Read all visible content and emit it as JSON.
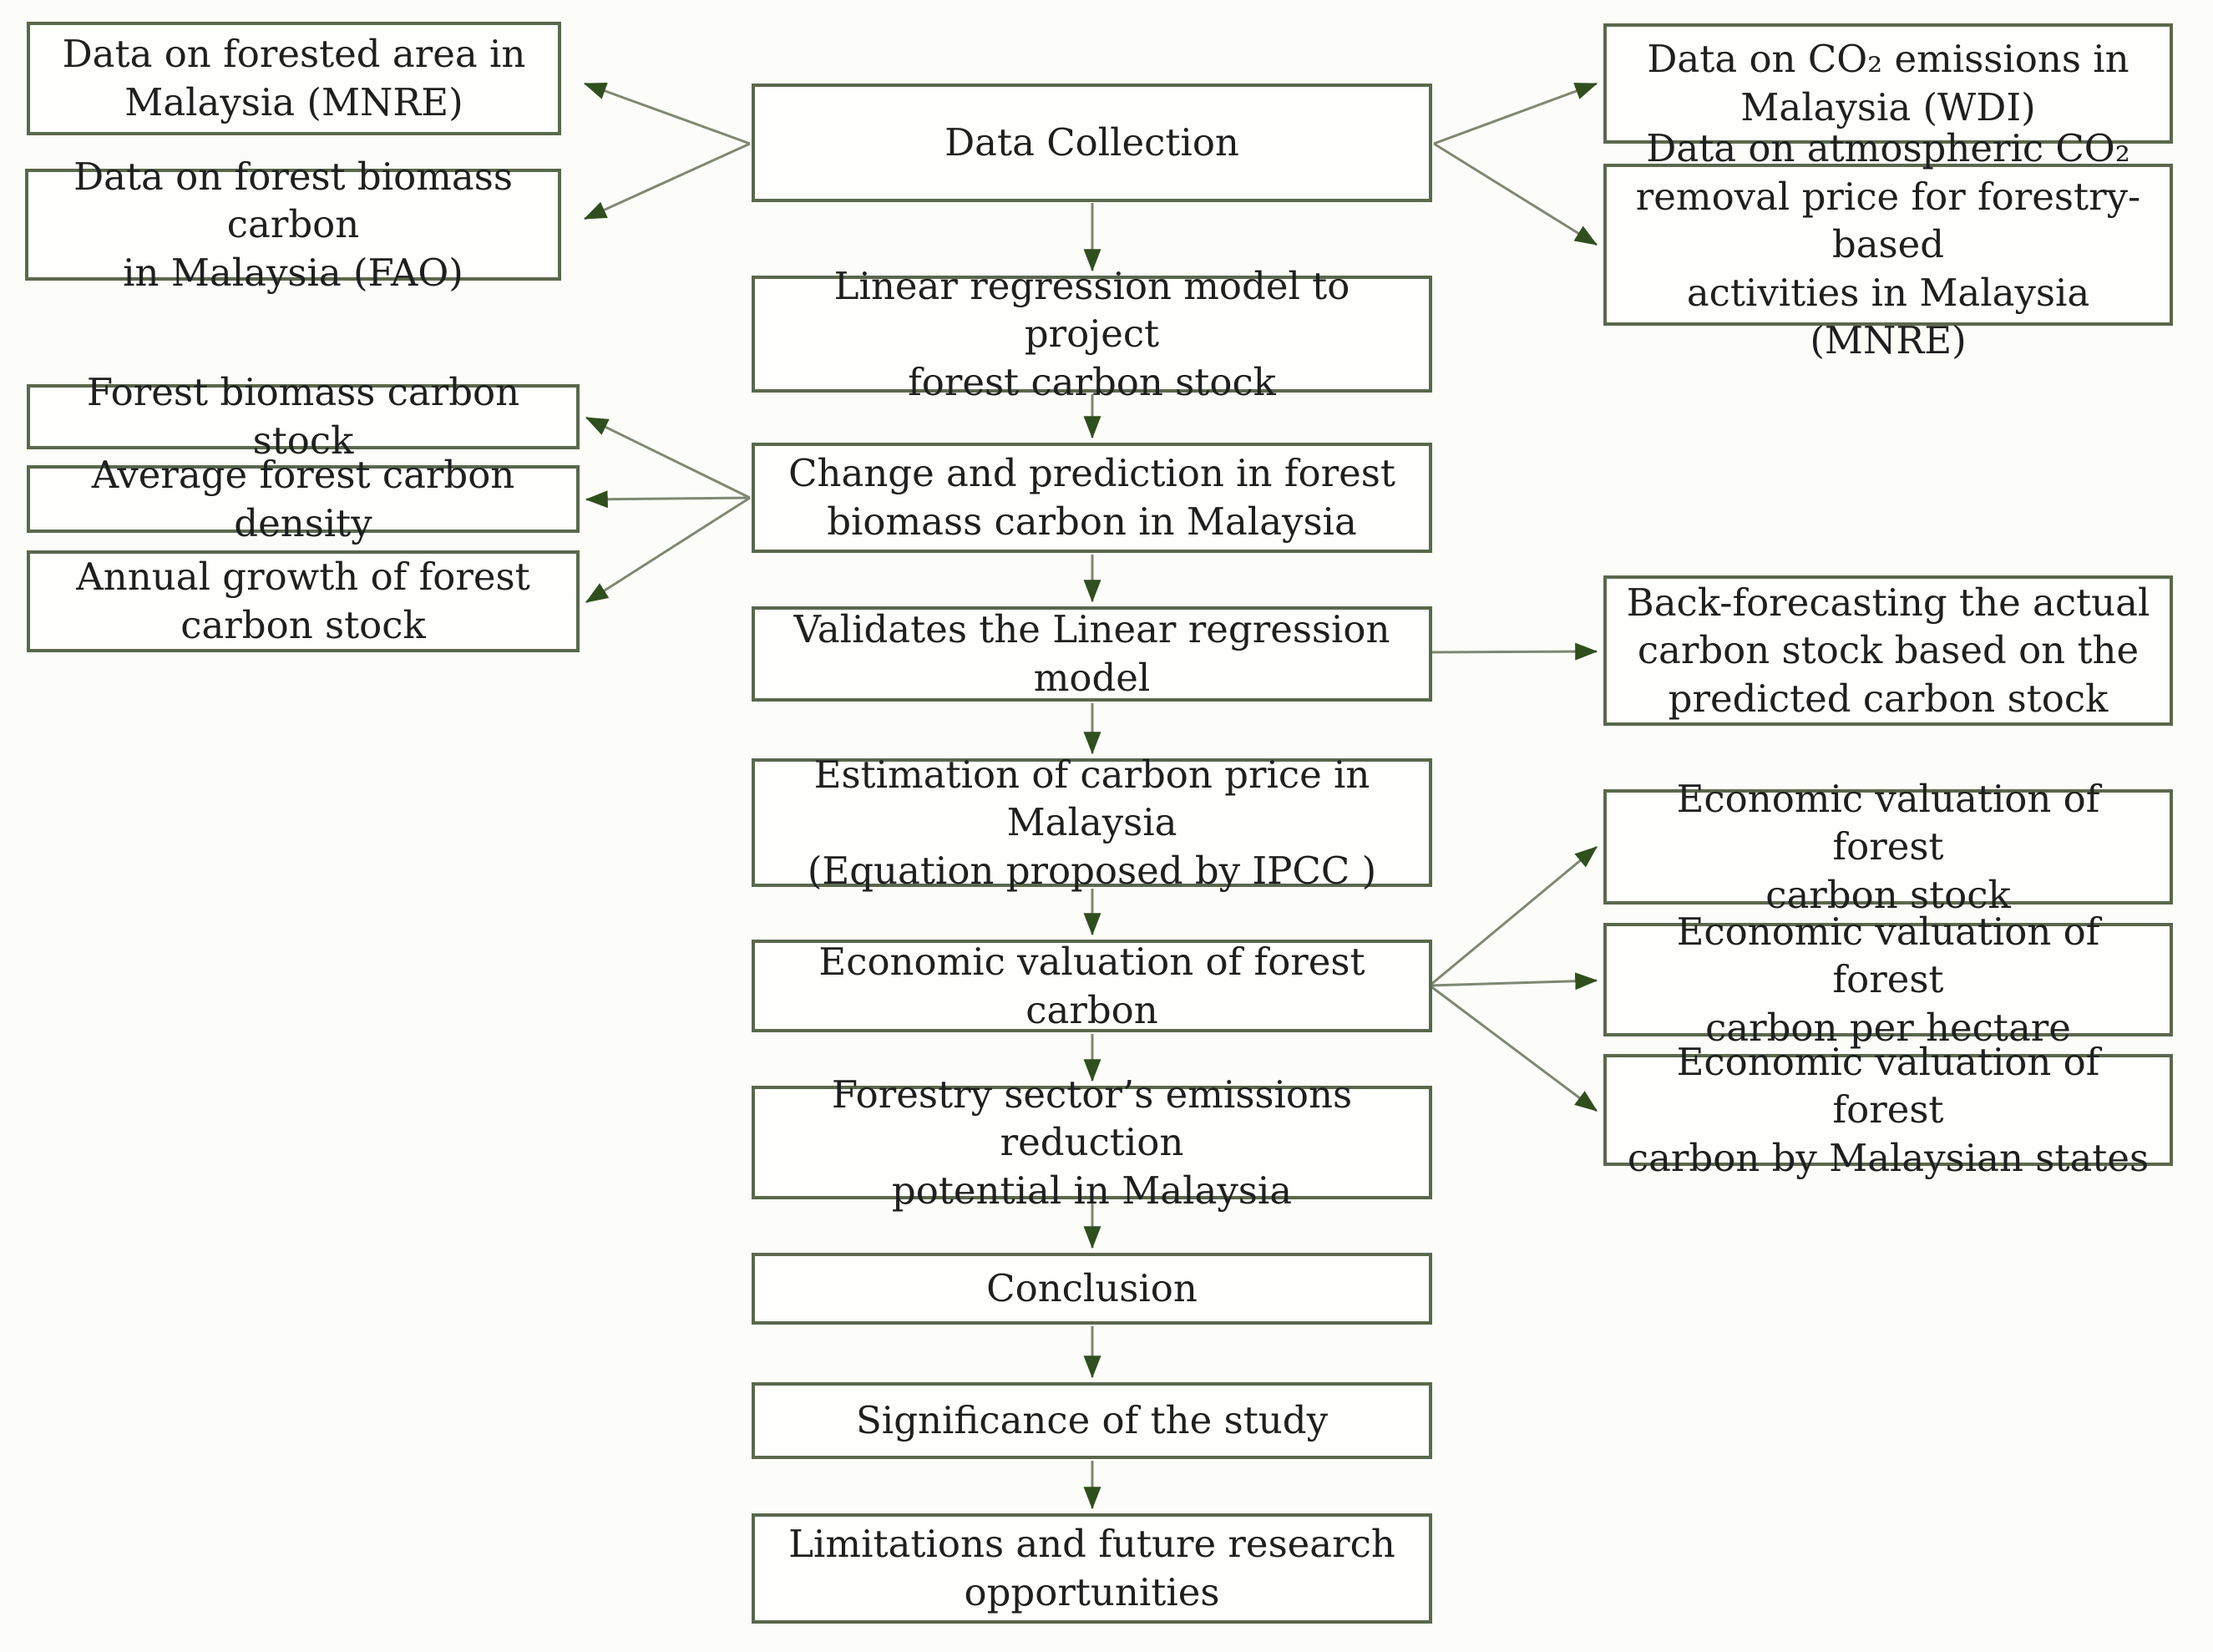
{
  "diagram": {
    "type": "flowchart",
    "description": "Research methodology flowchart for forest carbon stock valuation in Malaysia",
    "colors": {
      "box_border": "#5a684c",
      "box_fill": "#fefefc",
      "arrow_line": "#7e8872",
      "arrow_head": "#2f4f1e",
      "text": "#1f1f1f",
      "background": "#fcfcf9"
    },
    "boxes": {
      "forested_area": "Data on forested area in\nMalaysia (MNRE)",
      "biomass_carbon": "Data on forest biomass carbon\nin Malaysia (FAO)",
      "data_collection": "Data Collection",
      "co2_emissions": "Data on CO₂ emissions in\nMalaysia (WDI)",
      "co2_removal": "Data on atmospheric CO₂\nremoval price for forestry-based\nactivities in Malaysia (MNRE)",
      "linear_regression": "Linear regression model to project\nforest carbon stock",
      "biomass_stock": "Forest biomass carbon stock",
      "avg_density": "Average forest carbon density",
      "annual_growth": "Annual growth of forest\ncarbon stock",
      "change_prediction": "Change and prediction in forest\nbiomass carbon in Malaysia",
      "validates": "Validates the Linear regression model",
      "back_forecasting": "Back-forecasting the actual\ncarbon stock based on the\npredicted carbon stock",
      "estimation": "Estimation of carbon price in Malaysia\n(Equation proposed by IPCC )",
      "econ_valuation": "Economic valuation of forest carbon",
      "evfc_stock": "Economic valuation of forest\ncarbon stock",
      "evfc_hectare": "Economic valuation of forest\ncarbon per hectare",
      "evfc_states": "Economic valuation of forest\ncarbon by Malaysian states",
      "forestry_sector": "Forestry sector’s emissions reduction\npotential in Malaysia",
      "conclusion": "Conclusion",
      "significance": "Significance of the study",
      "limitations": "Limitations and future research\nopportunities"
    }
  }
}
